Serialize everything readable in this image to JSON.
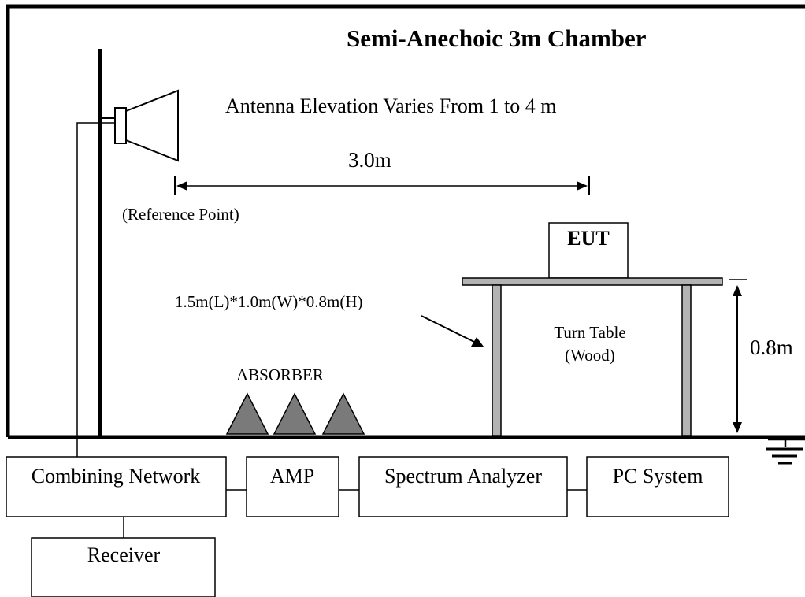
{
  "diagram": {
    "title": "Semi-Anechoic 3m Chamber",
    "antenna_note": "Antenna Elevation Varies From 1 to 4 m",
    "distance_label": "3.0m",
    "reference_point_label": "(Reference Point)",
    "eut_label": "EUT",
    "table_dimensions_label": "1.5m(L)*1.0m(W)*0.8m(H)",
    "turn_table_label_line1": "Turn Table",
    "turn_table_label_line2": "(Wood)",
    "table_height_label": "0.8m",
    "absorber_label": "ABSORBER",
    "equipment": {
      "combining_network": "Combining Network",
      "amp": "AMP",
      "spectrum_analyzer": "Spectrum Analyzer",
      "pc_system": "PC System",
      "receiver": "Receiver"
    },
    "colors": {
      "line": "#000000",
      "absorber_fill": "#7a7a7a",
      "table_leg_fill": "#b3b3b3",
      "background": "#ffffff"
    },
    "icons": [
      "antenna-horn-icon",
      "ground-symbol-icon",
      "absorber-cone-icon"
    ]
  }
}
